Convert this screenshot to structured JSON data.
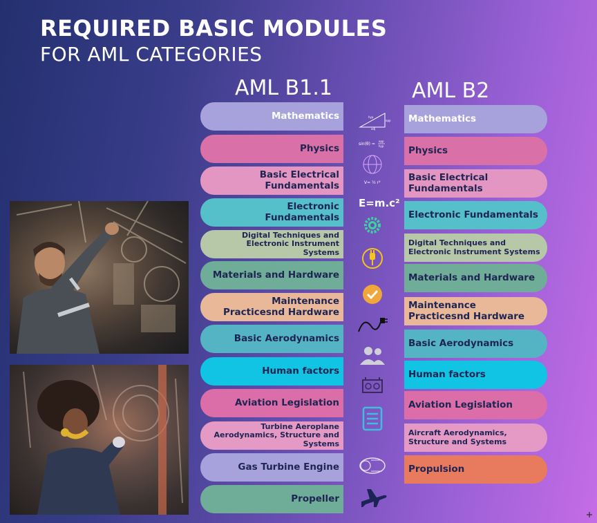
{
  "title": {
    "line1": "REQUIRED BASIC MODULES",
    "line2": "FOR AML CATEGORIES"
  },
  "columns": {
    "b11": "AML B1.1",
    "b2": "AML B2"
  },
  "b11": [
    {
      "label": "Mathematics",
      "color": "#a8a2dc"
    },
    {
      "label": "Physics",
      "color": "#d970a8"
    },
    {
      "label": "Basic Electrical Fundamentals",
      "color": "#e496c2"
    },
    {
      "label": "Electronic Fundamentals",
      "color": "#55bfca"
    },
    {
      "label": "Digital Techniques and Electronic Instrument Systems",
      "color": "#b6c8a8"
    },
    {
      "label": "Materials and Hardware",
      "color": "#6fad98"
    },
    {
      "label": "Maintenance Practicesnd Hardware",
      "color": "#e8b899"
    },
    {
      "label": "Basic Aerodynamics",
      "color": "#54b4c4"
    },
    {
      "label": "Human factors",
      "color": "#12c4e4"
    },
    {
      "label": "Aviation Legislation",
      "color": "#db6ea8"
    },
    {
      "label": "Turbine Aeroplane Aerodynamics, Structure and Systems",
      "color": "#e59ac6"
    },
    {
      "label": "Gas Turbine Engine",
      "color": "#a8a2dc"
    },
    {
      "label": "Propeller",
      "color": "#6fad98"
    }
  ],
  "b2": [
    {
      "label": "Mathematics",
      "color": "#a8a2dc"
    },
    {
      "label": "Physics",
      "color": "#d970a8"
    },
    {
      "label": "Basic Electrical Fundamentals",
      "color": "#e496c2"
    },
    {
      "label": "Electronic Fundamentals",
      "color": "#55bfca"
    },
    {
      "label": "Digital Techniques and Electronic Instrument Systems",
      "color": "#b6c8a8"
    },
    {
      "label": "Materials and Hardware",
      "color": "#6fad98"
    },
    {
      "label": "Maintenance Practicesnd Hardware",
      "color": "#e8b899"
    },
    {
      "label": "Basic Aerodynamics",
      "color": "#54b4c4"
    },
    {
      "label": "Human factors",
      "color": "#12c4e4"
    },
    {
      "label": "Aviation Legislation",
      "color": "#db6ea8"
    },
    {
      "label": "Aircraft Aerodynamics, Structure and Systems",
      "color": "#e59ac6"
    },
    {
      "label": "Propulsion",
      "color": "#e87a5e"
    }
  ],
  "icons": {
    "math1": "sin(θ) =",
    "math2": "opp",
    "math3": "hyp",
    "math4": "hyp",
    "math5": "adj",
    "math6": "opp",
    "physics_formula": "V= ½ r²",
    "emc2": "E=m.c²"
  }
}
